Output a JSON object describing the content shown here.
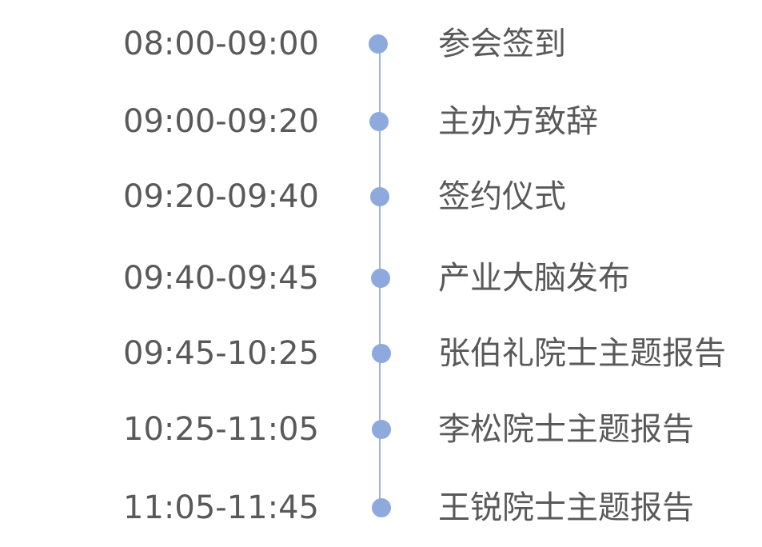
{
  "agenda": {
    "accent_color": "#8ea9dc",
    "items": [
      {
        "time": "08:00-09:00",
        "event": "参会签到"
      },
      {
        "time": "09:00-09:20",
        "event": "主办方致辞"
      },
      {
        "time": "09:20-09:40",
        "event": "签约仪式"
      },
      {
        "time": "09:40-09:45",
        "event": "产业大脑发布"
      },
      {
        "time": "09:45-10:25",
        "event": "张伯礼院士主题报告"
      },
      {
        "time": "10:25-11:05",
        "event": "李松院士主题报告"
      },
      {
        "time": "11:05-11:45",
        "event": "王锐院士主题报告"
      }
    ]
  }
}
